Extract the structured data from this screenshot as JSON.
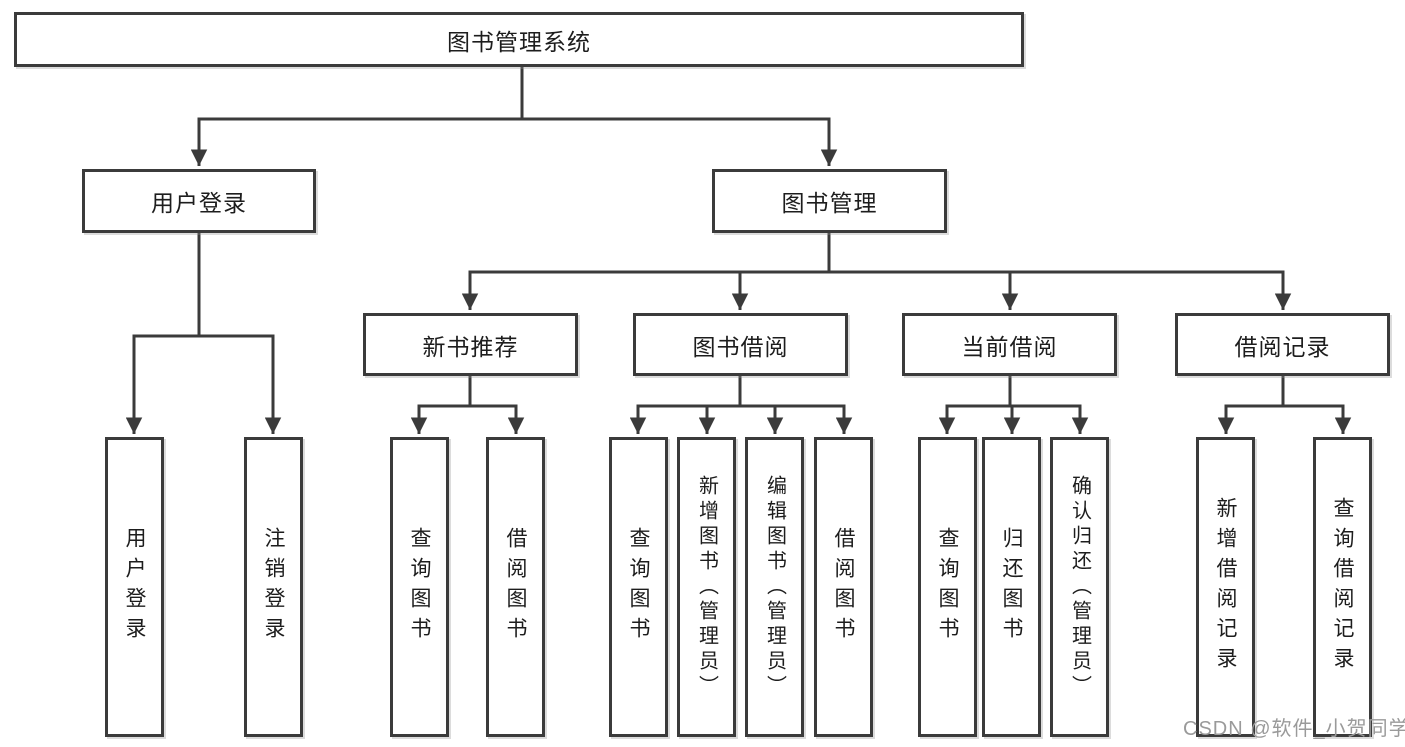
{
  "diagram": {
    "title": "图书管理系统",
    "level2": {
      "user_login": "用户登录",
      "book_management": "图书管理"
    },
    "level3": {
      "new_book_recommend": "新书推荐",
      "book_borrow": "图书借阅",
      "current_borrow": "当前借阅",
      "borrow_records": "借阅记录"
    },
    "leaves": {
      "user_login": [
        "用户登录",
        "注销登录"
      ],
      "new_book_recommend": [
        "查询图书",
        "借阅图书"
      ],
      "book_borrow": [
        "查询图书",
        "新增图书（管理员）",
        "编辑图书（管理员）",
        "借阅图书"
      ],
      "current_borrow": [
        "查询图书",
        "归还图书",
        "确认归还（管理员）"
      ],
      "borrow_records": [
        "新增借阅记录",
        "查询借阅记录"
      ]
    },
    "colors": {
      "line": "#3b3b3b",
      "text": "#1d1d1d",
      "background": "#ffffff",
      "watermark": "#9a9a9a"
    }
  },
  "watermark": {
    "text": "CSDN @软件_小贺同学"
  }
}
